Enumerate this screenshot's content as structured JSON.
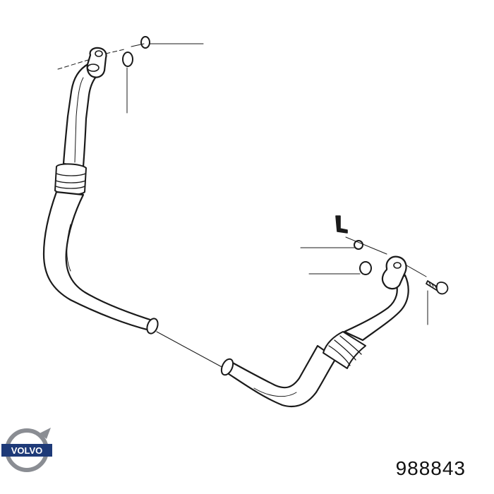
{
  "part_number": "988843",
  "brand": {
    "logo_text": "VOLVO",
    "logo_color": "#1e3a78",
    "ring_color": "#8a8d93"
  },
  "colors": {
    "line": "#1a1a1a",
    "fill": "#ffffff"
  },
  "parts": [
    {
      "name": "upper-hose-pipe",
      "icon": "hose-icon"
    },
    {
      "name": "lower-hose-pipe",
      "icon": "hose-icon"
    },
    {
      "name": "o-ring-seal",
      "icon": "o-ring-icon"
    },
    {
      "name": "mounting-bolt",
      "icon": "bolt-icon"
    },
    {
      "name": "clip-bracket",
      "icon": "clip-icon"
    }
  ]
}
